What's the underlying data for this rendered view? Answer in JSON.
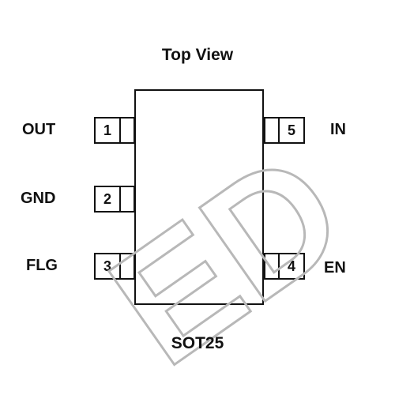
{
  "title": "Top View",
  "package": "SOT25",
  "watermark": "ED",
  "pins_left": [
    {
      "number": "1",
      "name": "OUT"
    },
    {
      "number": "2",
      "name": "GND"
    },
    {
      "number": "3",
      "name": "FLG"
    }
  ],
  "pins_right": [
    {
      "number": "5",
      "name": "IN"
    },
    {
      "number": "4",
      "name": "EN"
    }
  ]
}
